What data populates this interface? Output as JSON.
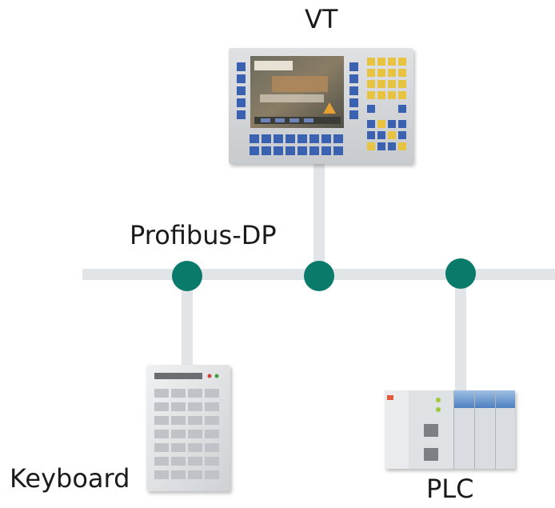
{
  "labels": {
    "vt": "VT",
    "bus": "Profibus-DP",
    "keyboard": "Keyboard",
    "plc": "PLC"
  },
  "colors": {
    "line": "#e1e5e8",
    "node": "#0a7a6a",
    "panel_body": "#d4d6d8",
    "screen": "#5a5a50",
    "key_blue": "#3b62b0",
    "key_yellow": "#e7c341"
  },
  "devices": {
    "vt": {
      "name": "vt-terminal",
      "icon": "hmi-terminal"
    },
    "keyboard": {
      "name": "keypad-device",
      "icon": "keypad"
    },
    "plc": {
      "name": "plc-rack",
      "icon": "plc-modules"
    }
  }
}
